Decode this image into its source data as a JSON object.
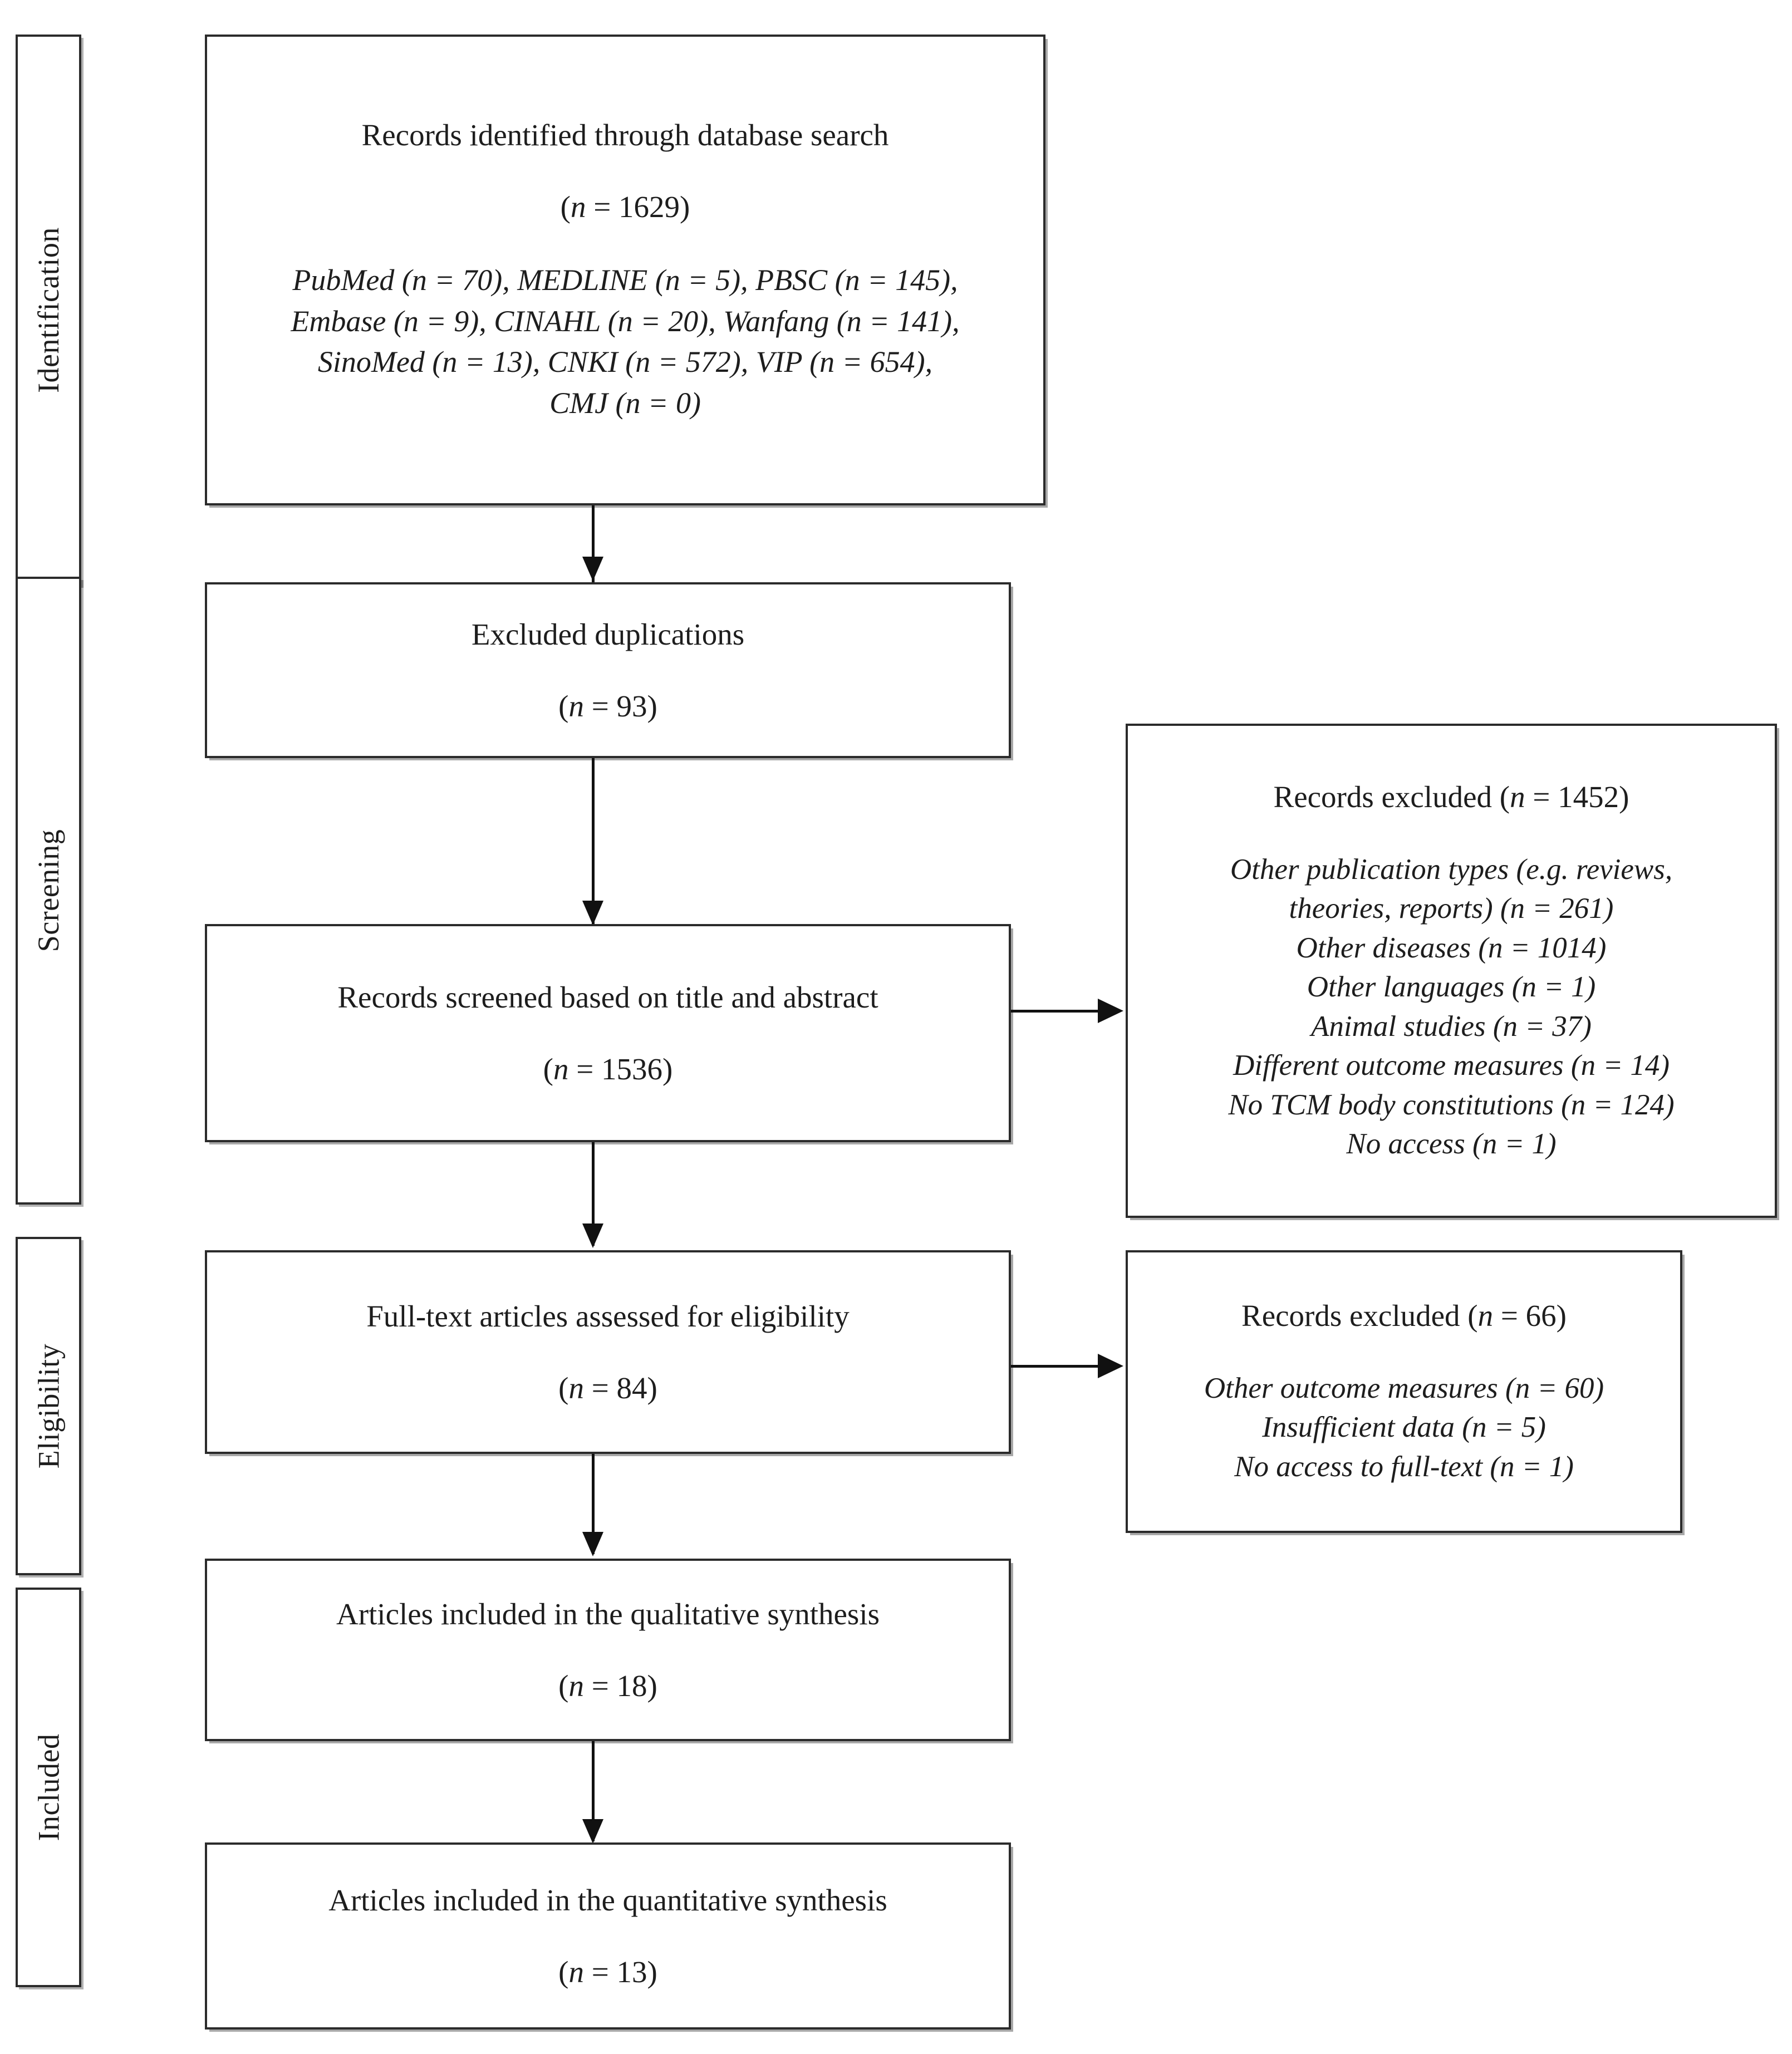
{
  "diagram": {
    "type": "prisma-flow-diagram",
    "stages": [
      {
        "id": "identification",
        "label": "Identification"
      },
      {
        "id": "screening",
        "label": "Screening"
      },
      {
        "id": "eligibility",
        "label": "Eligibility"
      },
      {
        "id": "included",
        "label": "Included"
      }
    ],
    "boxes": {
      "identified": {
        "title": "Records identified through database search",
        "count": "(n = 1629)",
        "sources": [
          "PubMed (n = 70), MEDLINE (n = 5), PBSC (n = 145),",
          "Embase (n = 9), CINAHL (n = 20), Wanfang (n = 141),",
          "SinoMed (n = 13), CNKI (n = 572), VIP (n = 654),",
          "CMJ (n = 0)"
        ]
      },
      "duplicates": {
        "title": "Excluded duplications",
        "count": "(n = 93)"
      },
      "screened": {
        "title": "Records screened based on title and abstract",
        "count": "(n = 1536)"
      },
      "fulltext": {
        "title": "Full-text articles assessed for eligibility",
        "count": "(n = 84)"
      },
      "qualitative": {
        "title": "Articles included in the qualitative synthesis",
        "count": "(n = 18)"
      },
      "quantitative": {
        "title": "Articles included in the quantitative synthesis",
        "count": "(n = 13)"
      },
      "excluded_screening": {
        "title": "Records excluded (n = 1452)",
        "reasons": [
          "Other publication types (e.g. reviews,",
          "theories, reports) (n = 261)",
          "Other diseases (n = 1014)",
          "Other languages (n = 1)",
          "Animal studies (n = 37)",
          "Different outcome measures (n = 14)",
          "No TCM body constitutions (n = 124)",
          "No access (n = 1)"
        ]
      },
      "excluded_eligibility": {
        "title": "Records excluded (n = 66)",
        "reasons": [
          "Other outcome measures (n = 60)",
          "Insufficient data (n = 5)",
          "No access to full-text (n = 1)"
        ]
      }
    }
  },
  "colors": {
    "border": "#2b2b2b",
    "connector": "#111111",
    "background": "#ffffff",
    "text": "#1d1d1d"
  }
}
